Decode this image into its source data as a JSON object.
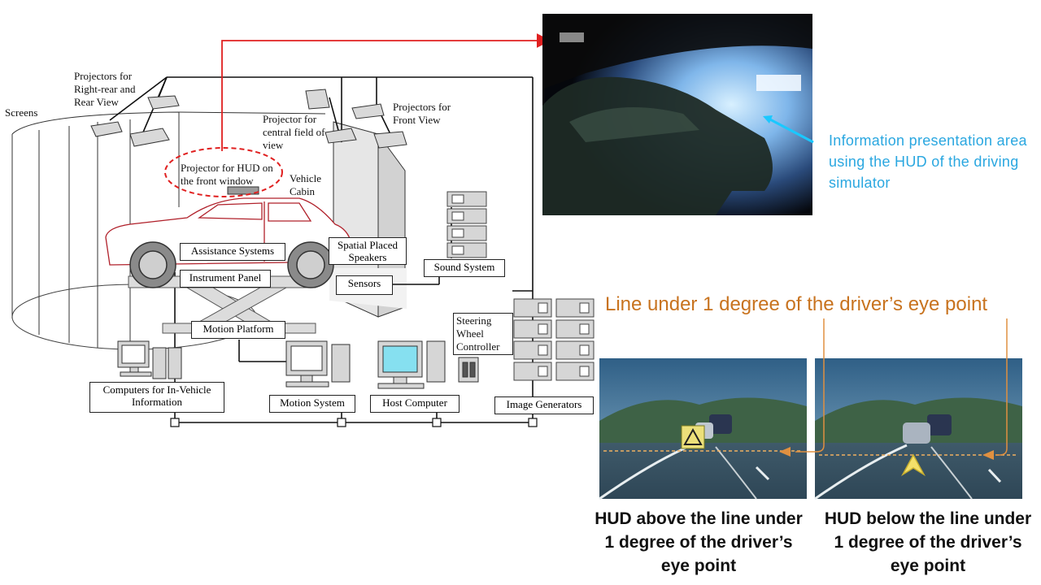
{
  "labels": {
    "projectors_rear": "Projectors for Right-rear and Rear View",
    "screens": "Screens",
    "projector_central": "Projector for central field of view",
    "projectors_front": "Projectors for Front View",
    "projector_hud": "Projector for HUD on the front window",
    "vehicle_cabin": "Vehicle Cabin",
    "steering_wheel_controller": "Steering Wheel Controller"
  },
  "boxes": {
    "assistance_systems": "Assistance Systems",
    "spatial_speakers": "Spatial Placed Speakers",
    "instrument_panel": "Instrument Panel",
    "sensors": "Sensors",
    "sound_system": "Sound System",
    "motion_platform": "Motion Platform",
    "computers_invehicle": "Computers for In-Vehicle Information",
    "motion_system": "Motion System",
    "host_computer": "Host Computer",
    "image_generators": "Image Generators"
  },
  "annotations": {
    "hud_area": "Information presentation area using the HUD of the driving simulator",
    "line_title": "Line under 1 degree of the driver’s eye point",
    "caption_above": "HUD above the line under 1 degree of the driver’s eye point",
    "caption_below": "HUD below the line under 1 degree of the driver’s eye point"
  },
  "colors": {
    "hud_link_line": "#e02020",
    "hud_ellipse": "#e02020",
    "annotation_blue": "#2aa7e0",
    "annotation_orange": "#c8731f",
    "car_outline": "#b0202a"
  },
  "icons": {
    "hud_warning": "warning-triangle-icon",
    "hud_arrow": "chevron-up-arrow-icon"
  }
}
